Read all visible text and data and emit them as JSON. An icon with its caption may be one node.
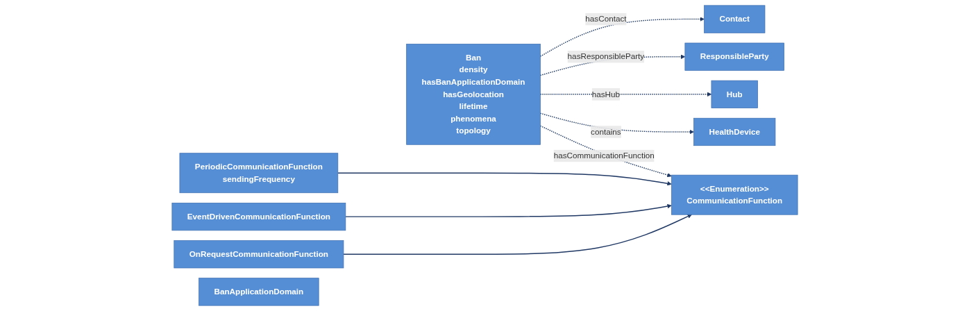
{
  "diagram": {
    "nodes": [
      {
        "text": [
          "Contact"
        ]
      },
      {
        "text": [
          "ResponsibleParty"
        ]
      },
      {
        "text": [
          "PeriodicCommunicationFunction",
          "sendingFrequency"
        ]
      },
      {
        "text": [
          "Hub"
        ]
      },
      {
        "text": [
          "Ban",
          "density",
          "hasBanApplicationDomain",
          "hasGeolocation",
          "lifetime",
          "phenomena",
          "topology"
        ]
      },
      {
        "text": [
          "<<Enumeration>>",
          "CommunicationFunction"
        ]
      },
      {
        "text": [
          "EventDrivenCommunicationFunction"
        ]
      },
      {
        "text": [
          "HealthDevice"
        ]
      },
      {
        "text": [
          "OnRequestCommunicationFunction"
        ]
      },
      {
        "text": [
          "BanApplicationDomain"
        ]
      }
    ],
    "edges": [
      {
        "from": 4,
        "to": 0,
        "arrow": "to",
        "label": "hasContact",
        "style": "dashed"
      },
      {
        "from": 4,
        "to": 1,
        "arrow": "to",
        "label": "hasResponsibleParty",
        "style": "dashed"
      },
      {
        "from": 4,
        "to": 3,
        "arrow": "to",
        "label": "hasHub",
        "style": "dashed"
      },
      {
        "from": 4,
        "to": 7,
        "arrow": "to",
        "label": "contains",
        "style": "dashed"
      },
      {
        "from": 4,
        "to": 5,
        "arrow": "to",
        "label": "hasCommunicationFunction",
        "style": "dashed"
      },
      {
        "from": 2,
        "to": 5,
        "arrow": "to"
      },
      {
        "from": 6,
        "to": 5,
        "arrow": "to"
      },
      {
        "from": 8,
        "to": 5,
        "arrow": "to"
      }
    ]
  }
}
